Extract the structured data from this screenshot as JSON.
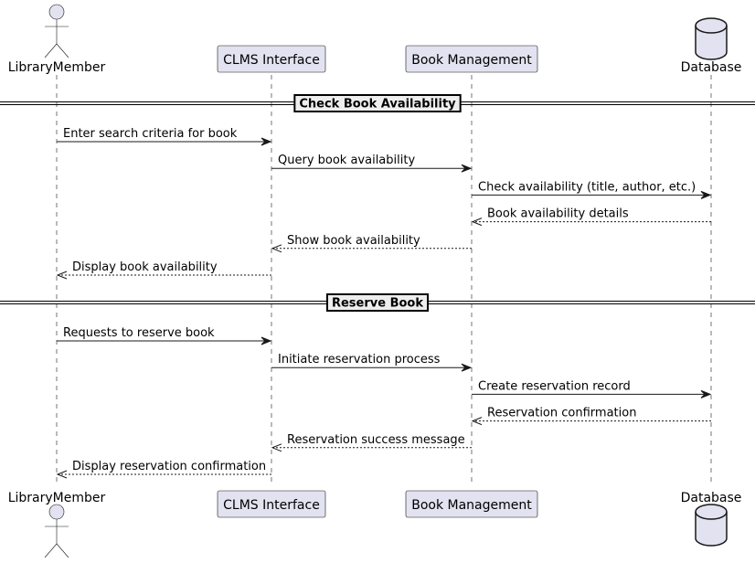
{
  "participants": [
    {
      "id": "member",
      "name": "LibraryMember",
      "kind": "actor"
    },
    {
      "id": "clms",
      "name": "CLMS Interface",
      "kind": "participant"
    },
    {
      "id": "books",
      "name": "Book Management",
      "kind": "participant"
    },
    {
      "id": "db",
      "name": "Database",
      "kind": "database"
    }
  ],
  "sections": [
    {
      "title": "Check Book Availability",
      "messages": [
        {
          "from": "member",
          "to": "clms",
          "text": "Enter search criteria for book",
          "reply": false
        },
        {
          "from": "clms",
          "to": "books",
          "text": "Query book availability",
          "reply": false
        },
        {
          "from": "books",
          "to": "db",
          "text": "Check availability (title, author, etc.)",
          "reply": false
        },
        {
          "from": "db",
          "to": "books",
          "text": "Book availability details",
          "reply": true
        },
        {
          "from": "books",
          "to": "clms",
          "text": "Show book availability",
          "reply": true
        },
        {
          "from": "clms",
          "to": "member",
          "text": "Display book availability",
          "reply": true
        }
      ]
    },
    {
      "title": "Reserve Book",
      "messages": [
        {
          "from": "member",
          "to": "clms",
          "text": "Requests to reserve book",
          "reply": false
        },
        {
          "from": "clms",
          "to": "books",
          "text": "Initiate reservation process",
          "reply": false
        },
        {
          "from": "books",
          "to": "db",
          "text": "Create reservation record",
          "reply": false
        },
        {
          "from": "db",
          "to": "books",
          "text": "Reservation confirmation",
          "reply": true
        },
        {
          "from": "books",
          "to": "clms",
          "text": "Reservation success message",
          "reply": true
        },
        {
          "from": "clms",
          "to": "member",
          "text": "Display reservation confirmation",
          "reply": true
        }
      ]
    }
  ]
}
